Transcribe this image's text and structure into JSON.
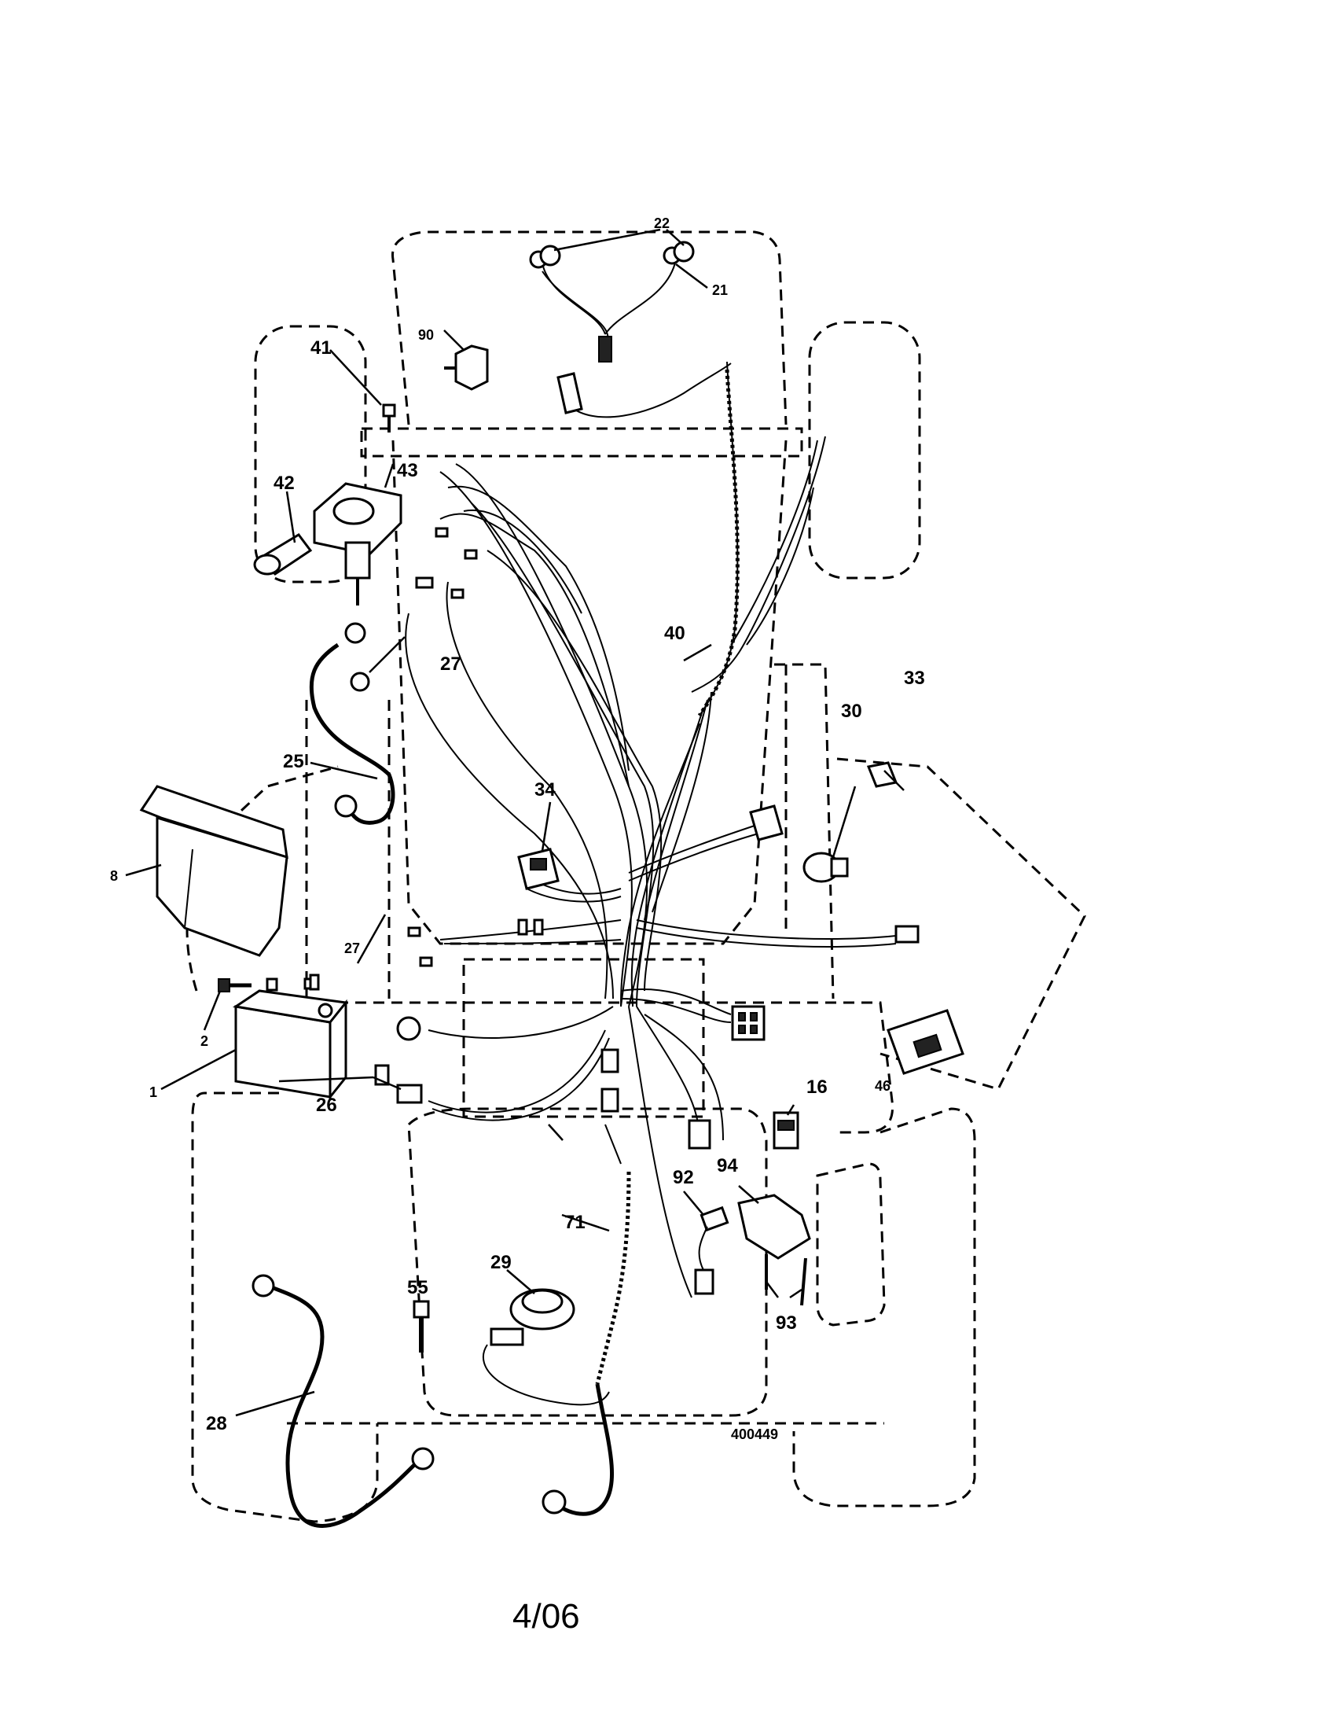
{
  "diagram": {
    "drawing_number": "400449",
    "page_number": "4/06",
    "callouts": {
      "c1": "1",
      "c2": "2",
      "c8": "8",
      "c16": "16",
      "c21": "21",
      "c22": "22",
      "c25": "25",
      "c26": "26",
      "c27a": "27",
      "c27b": "27",
      "c28": "28",
      "c29": "29",
      "c30": "30",
      "c33": "33",
      "c34": "34",
      "c40": "40",
      "c41": "41",
      "c42": "42",
      "c43": "43",
      "c46": "46",
      "c55": "55",
      "c71": "71",
      "c90": "90",
      "c92": "92",
      "c93": "93",
      "c94": "94"
    }
  }
}
